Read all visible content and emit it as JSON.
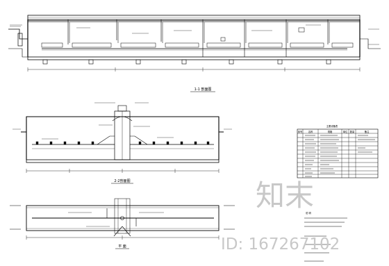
{
  "watermark": {
    "logo_text": "知末",
    "id_label": "ID: 167267102",
    "color": "#c8c8c8"
  },
  "sections": {
    "top_title": "1-1 剖面图",
    "middle_title": "2-2剖面图",
    "bottom_title": "平 面"
  },
  "table": {
    "title": "主要设备表",
    "header": [
      "序号",
      "名称",
      "规格",
      "单位",
      "数量",
      "备注"
    ],
    "row_count": 11
  },
  "notes": {
    "heading": "说 明"
  },
  "colors": {
    "line": "#000000",
    "background": "#ffffff"
  }
}
